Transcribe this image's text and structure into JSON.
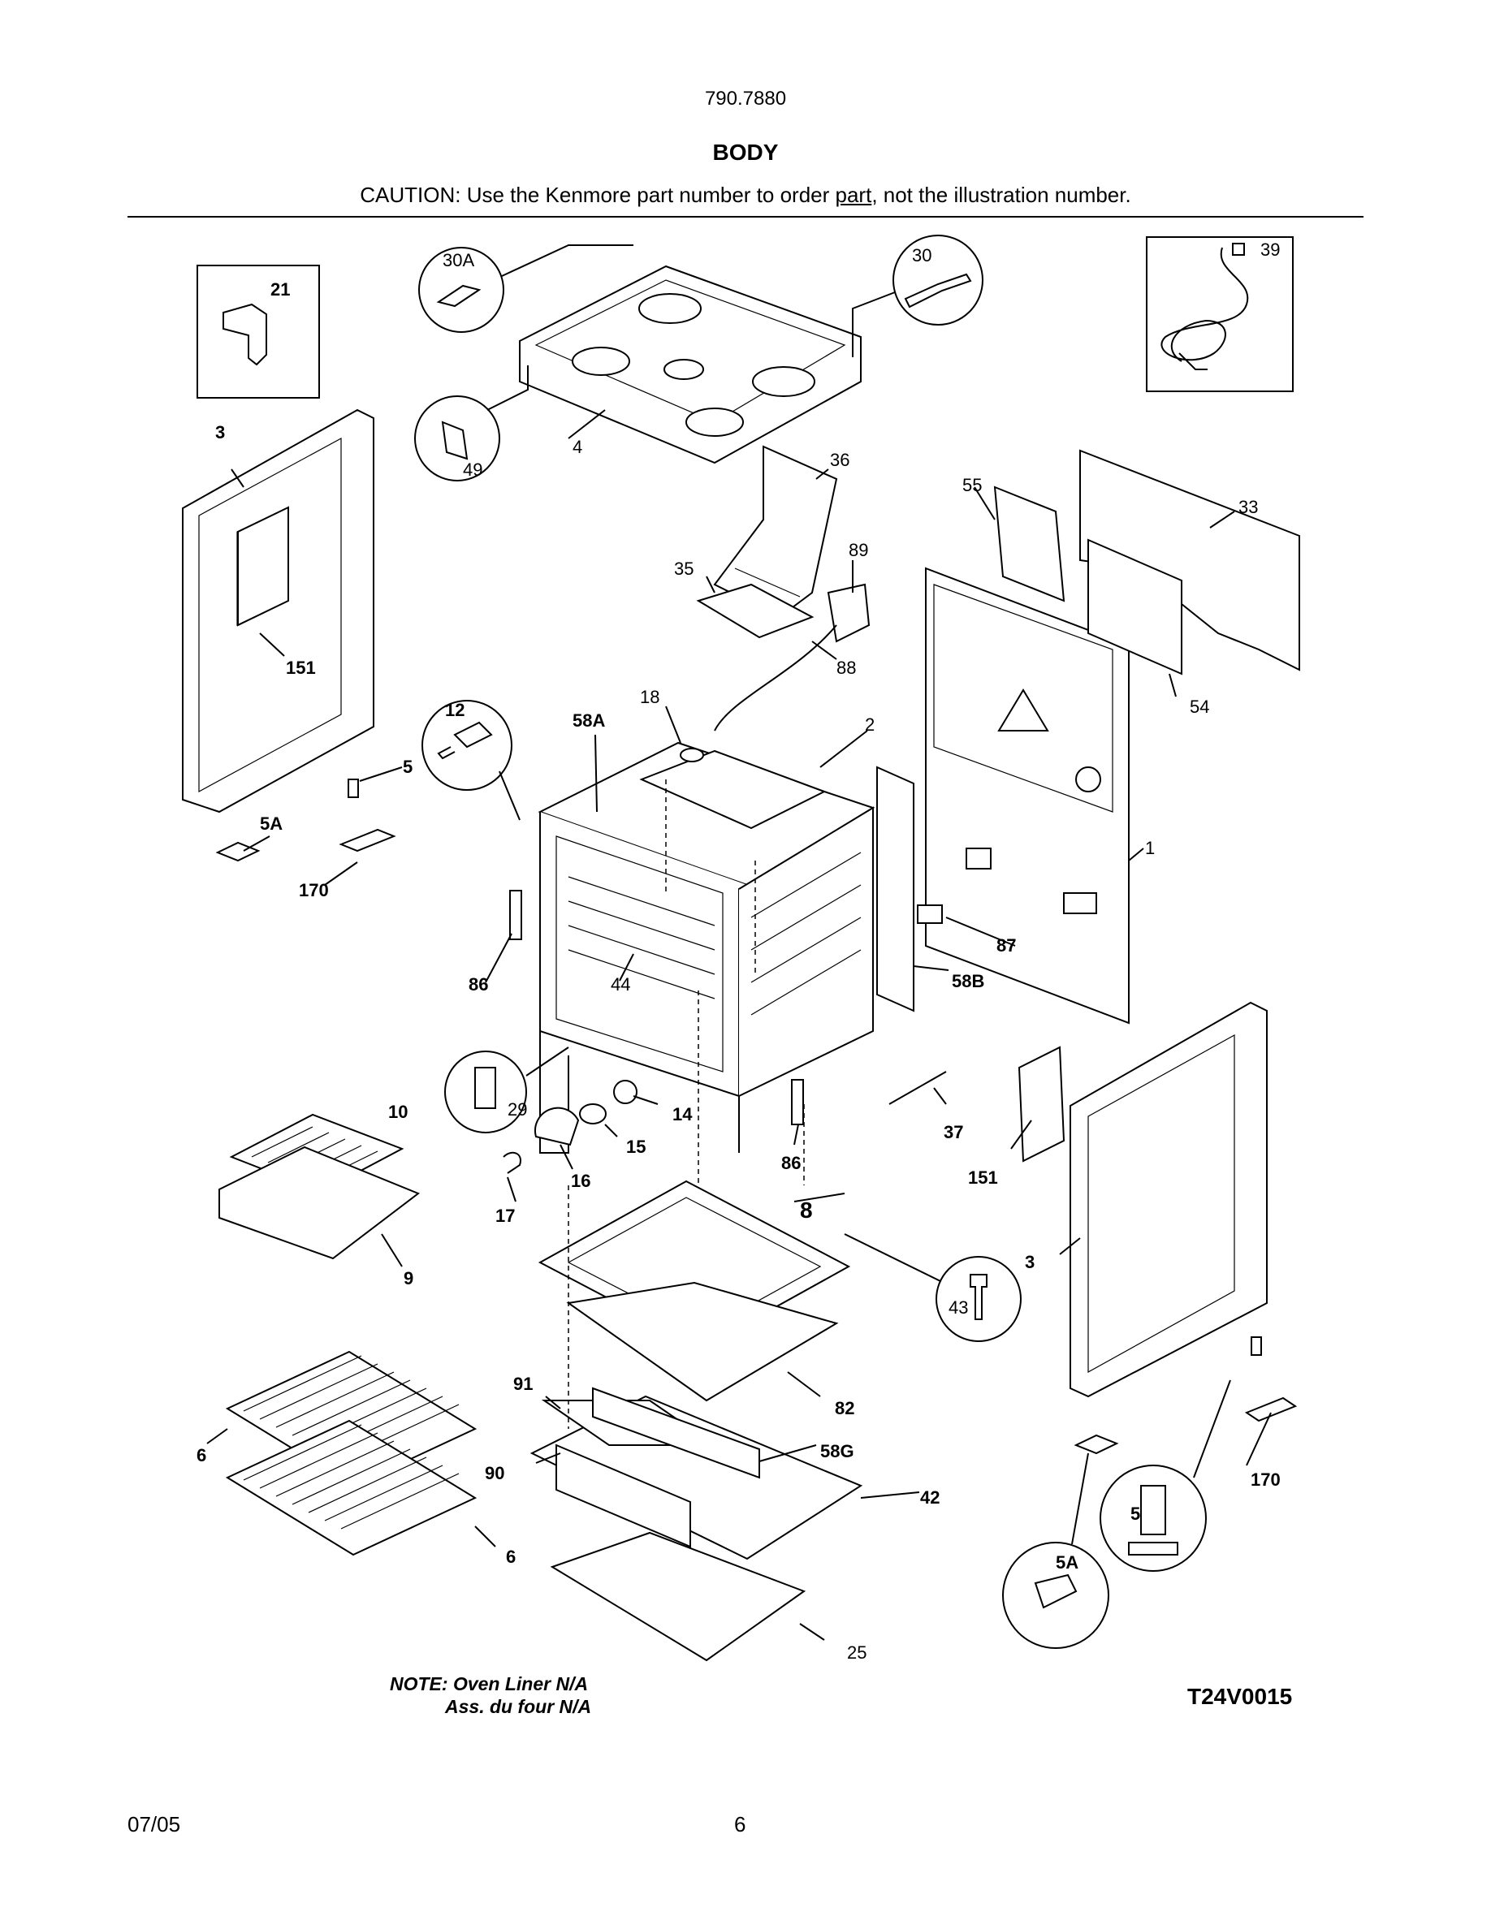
{
  "header": {
    "model": "790.7880",
    "title": "BODY",
    "caution_pre": "CAUTION: Use the Kenmore part number to order ",
    "caution_link": "part",
    "caution_post": ", not the illustration number."
  },
  "callouts": [
    "30A",
    "30",
    "39",
    "21",
    "49",
    "4",
    "3",
    "36",
    "55",
    "33",
    "35",
    "89",
    "88",
    "151",
    "12",
    "58A",
    "18",
    "2",
    "54",
    "5",
    "5A",
    "170",
    "1",
    "87",
    "86",
    "44",
    "58B",
    "29",
    "10",
    "14",
    "15",
    "16",
    "17",
    "86",
    "37",
    "151",
    "8",
    "9",
    "43",
    "3",
    "91",
    "82",
    "58G",
    "6",
    "90",
    "42",
    "170",
    "5",
    "6",
    "5A",
    "25"
  ],
  "note_line1": "NOTE: Oven Liner N/A",
  "note_line2": "Ass. du four N/A",
  "figure_code": "T24V0015",
  "footer": {
    "date": "07/05",
    "page": "6"
  }
}
